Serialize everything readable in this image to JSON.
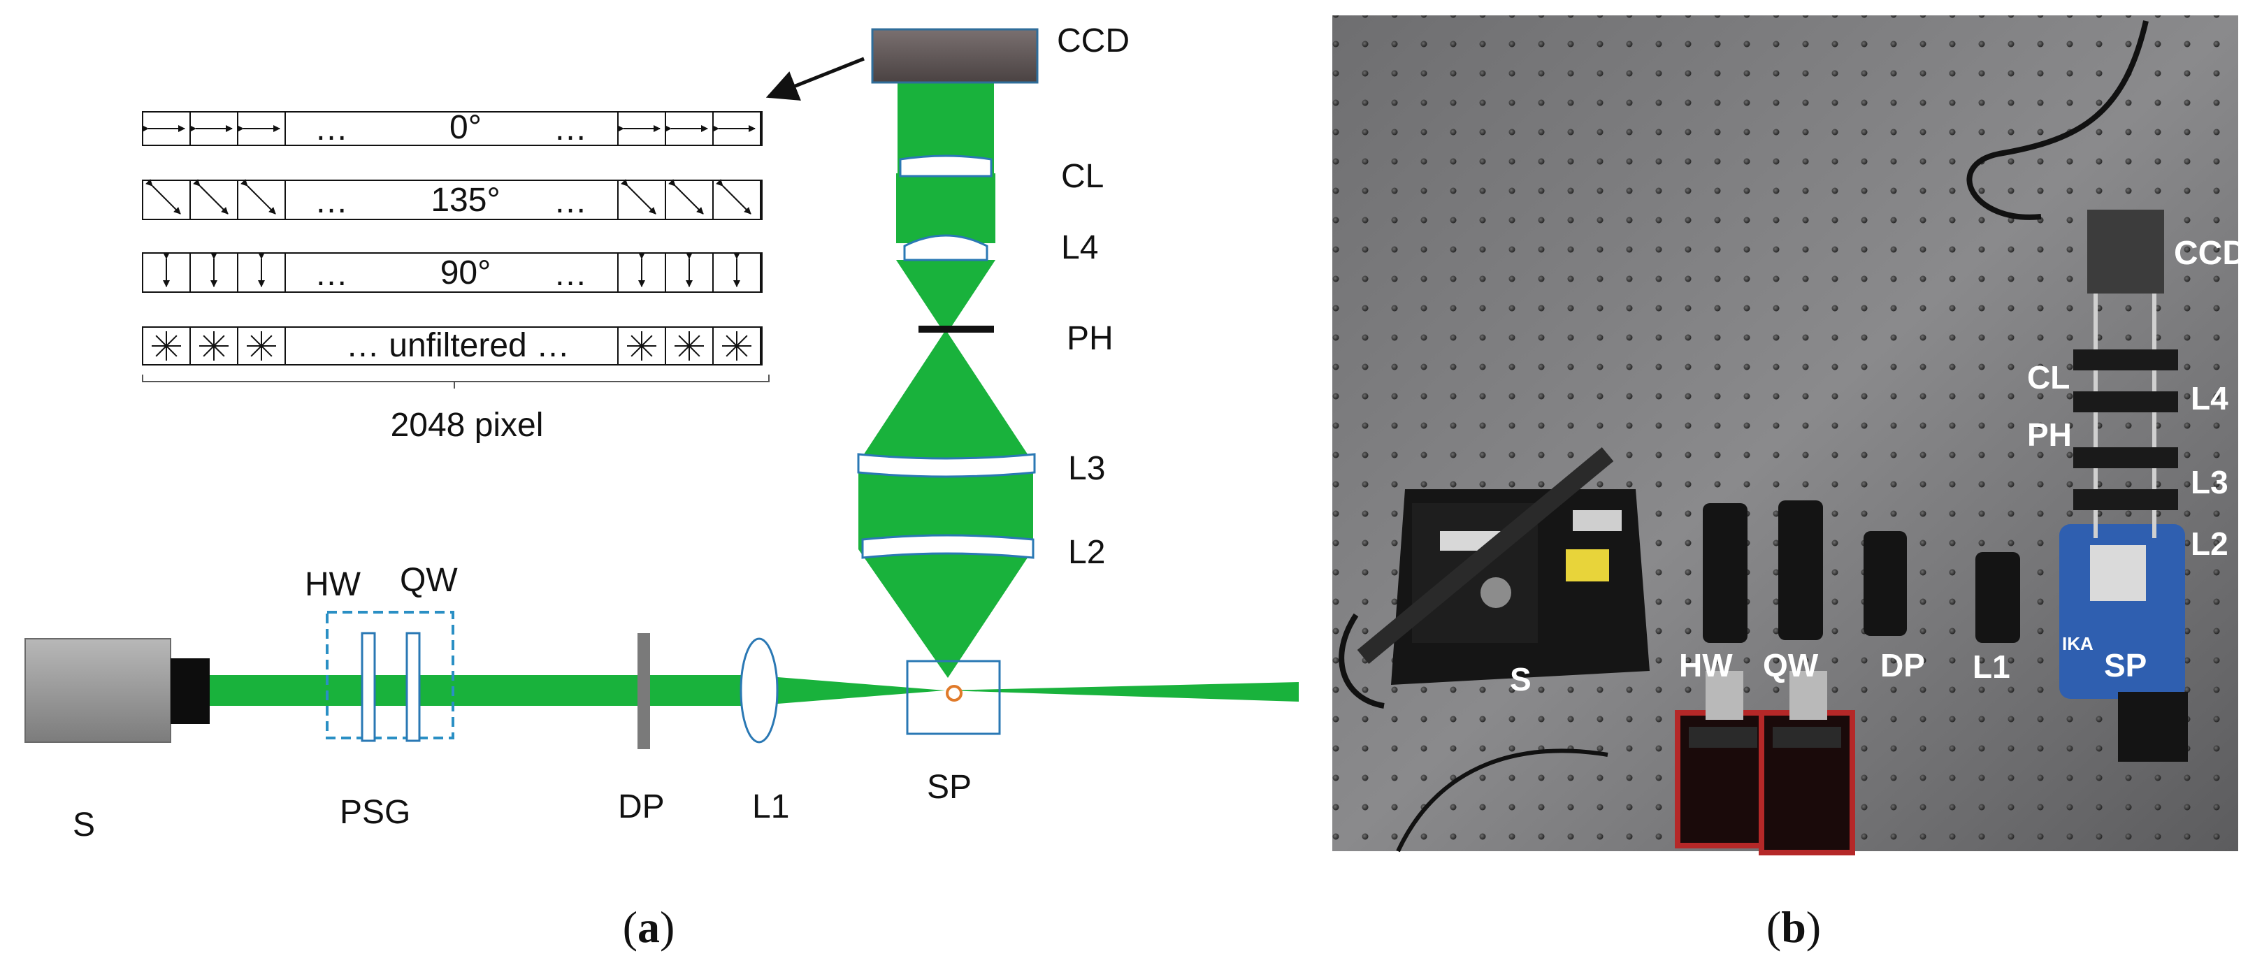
{
  "diagram": {
    "labels": {
      "ccd": "CCD",
      "cl": "CL",
      "l4": "L4",
      "ph": "PH",
      "l3": "L3",
      "l2": "L2",
      "hw": "HW",
      "qw": "QW",
      "s": "S",
      "psg": "PSG",
      "dp": "DP",
      "l1": "L1",
      "sp": "SP"
    },
    "pixel_array": {
      "rows": [
        {
          "ellipsis_left": "…",
          "angle": "0°",
          "ellipsis_right": "…"
        },
        {
          "ellipsis_left": "…",
          "angle": "135°",
          "ellipsis_right": "…"
        },
        {
          "ellipsis_left": "…",
          "angle": "90°",
          "ellipsis_right": "…"
        },
        {
          "text": "… unfiltered …"
        }
      ],
      "width_label": "2048 pixel"
    },
    "colors": {
      "beam": "#19b23c",
      "beam_light": "#5fd65f",
      "lens_stroke": "#2a78b4",
      "ccd_body": "#5a5a5a",
      "source_body": "#9a9a9a",
      "psg_box": "#2a8fc4",
      "stage_point": "#e07a2a"
    }
  },
  "photo": {
    "labels": {
      "ccd": "CCD",
      "cl": "CL",
      "l4": "L4",
      "ph": "PH",
      "l3": "L3",
      "l2": "L2",
      "s": "S",
      "hw": "HW",
      "qw": "QW",
      "dp": "DP",
      "l1": "L1",
      "sp": "SP"
    },
    "brand": "IKA"
  },
  "panels": {
    "a": {
      "open": "(",
      "letter": "a",
      "close": ")"
    },
    "b": {
      "open": "(",
      "letter": "b",
      "close": ")"
    }
  }
}
